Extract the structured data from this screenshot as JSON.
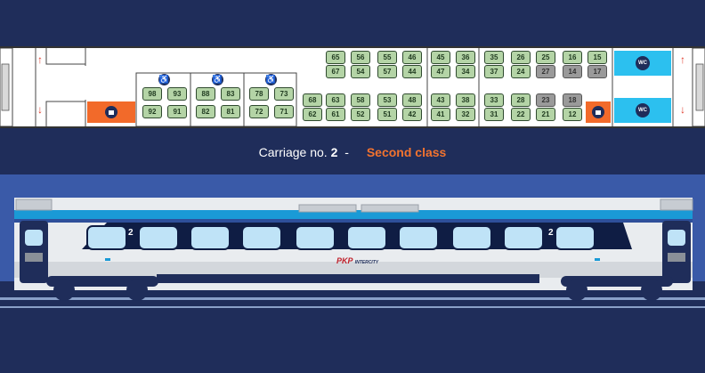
{
  "caption": {
    "prefix": "Carriage no.",
    "number": "2",
    "separator": "-",
    "class_label": "Second class"
  },
  "colors": {
    "background": "#1f2d5a",
    "free_seat": "#b4d4a6",
    "taken_seat": "#9a9a9a",
    "wc": "#2cc0ef",
    "luggage": "#f26a2a",
    "class_label": "#f2732f"
  },
  "icons": {
    "wc_label": "WC",
    "wheelchair": "wheelchair-icon",
    "luggage": "luggage-icon",
    "arrow_up": "arrow-up-icon",
    "arrow_down": "arrow-down-icon"
  },
  "seat_rows": {
    "row1": [
      {
        "n": "65",
        "s": "free"
      },
      {
        "n": "56",
        "s": "free"
      },
      {
        "n": "55",
        "s": "free"
      },
      {
        "n": "46",
        "s": "free"
      },
      {
        "n": "45",
        "s": "free"
      },
      {
        "n": "36",
        "s": "free"
      },
      {
        "n": "35",
        "s": "free"
      },
      {
        "n": "26",
        "s": "free"
      },
      {
        "n": "25",
        "s": "free"
      },
      {
        "n": "16",
        "s": "free"
      },
      {
        "n": "15",
        "s": "free"
      }
    ],
    "row2": [
      {
        "n": "67",
        "s": "free"
      },
      {
        "n": "54",
        "s": "free"
      },
      {
        "n": "57",
        "s": "free"
      },
      {
        "n": "44",
        "s": "free"
      },
      {
        "n": "47",
        "s": "free"
      },
      {
        "n": "34",
        "s": "free"
      },
      {
        "n": "37",
        "s": "free"
      },
      {
        "n": "24",
        "s": "free"
      },
      {
        "n": "27",
        "s": "taken"
      },
      {
        "n": "14",
        "s": "taken"
      },
      {
        "n": "17",
        "s": "taken"
      }
    ],
    "row3": [
      {
        "n": "68",
        "s": "free"
      },
      {
        "n": "63",
        "s": "free"
      },
      {
        "n": "58",
        "s": "free"
      },
      {
        "n": "53",
        "s": "free"
      },
      {
        "n": "48",
        "s": "free"
      },
      {
        "n": "43",
        "s": "free"
      },
      {
        "n": "38",
        "s": "free"
      },
      {
        "n": "33",
        "s": "free"
      },
      {
        "n": "28",
        "s": "free"
      },
      {
        "n": "23",
        "s": "taken"
      },
      {
        "n": "18",
        "s": "taken"
      }
    ],
    "row4": [
      {
        "n": "62",
        "s": "free"
      },
      {
        "n": "61",
        "s": "free"
      },
      {
        "n": "52",
        "s": "free"
      },
      {
        "n": "51",
        "s": "free"
      },
      {
        "n": "42",
        "s": "free"
      },
      {
        "n": "41",
        "s": "free"
      },
      {
        "n": "32",
        "s": "free"
      },
      {
        "n": "31",
        "s": "free"
      },
      {
        "n": "22",
        "s": "free"
      },
      {
        "n": "21",
        "s": "free"
      },
      {
        "n": "12",
        "s": "free"
      }
    ],
    "compartments": [
      {
        "top": [
          "98",
          "93"
        ],
        "bottom": [
          "92",
          "91"
        ]
      },
      {
        "top": [
          "88",
          "83"
        ],
        "bottom": [
          "82",
          "81"
        ]
      },
      {
        "top": [
          "78",
          "73"
        ],
        "bottom": [
          "72",
          "71"
        ]
      }
    ]
  },
  "train": {
    "car_number": "2",
    "logo_text": "PKP",
    "logo_subtext": "INTERCITY"
  }
}
